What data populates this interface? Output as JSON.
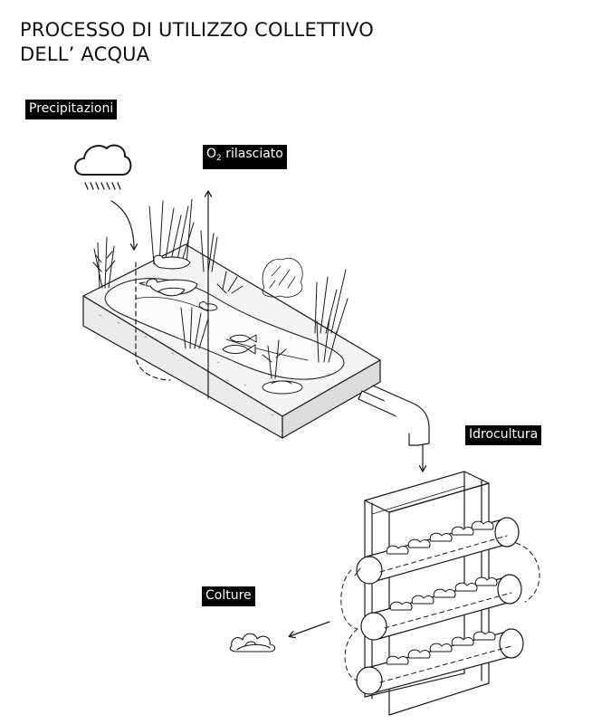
{
  "title": {
    "line1": "PROCESSO DI UTILIZZO COLLETTIVO",
    "line2": "DELL’ ACQUA"
  },
  "labels": {
    "precipitazioni": "Precipitazioni",
    "o2_main": "O",
    "o2_sub": "2",
    "o2_rest": " rilasciato",
    "idrocultura": "Idrocultura",
    "colture": "Colture"
  },
  "icons": [
    "cloud-icon",
    "rain-icon",
    "lettuce-icon",
    "fish-icon",
    "duck-icon"
  ]
}
